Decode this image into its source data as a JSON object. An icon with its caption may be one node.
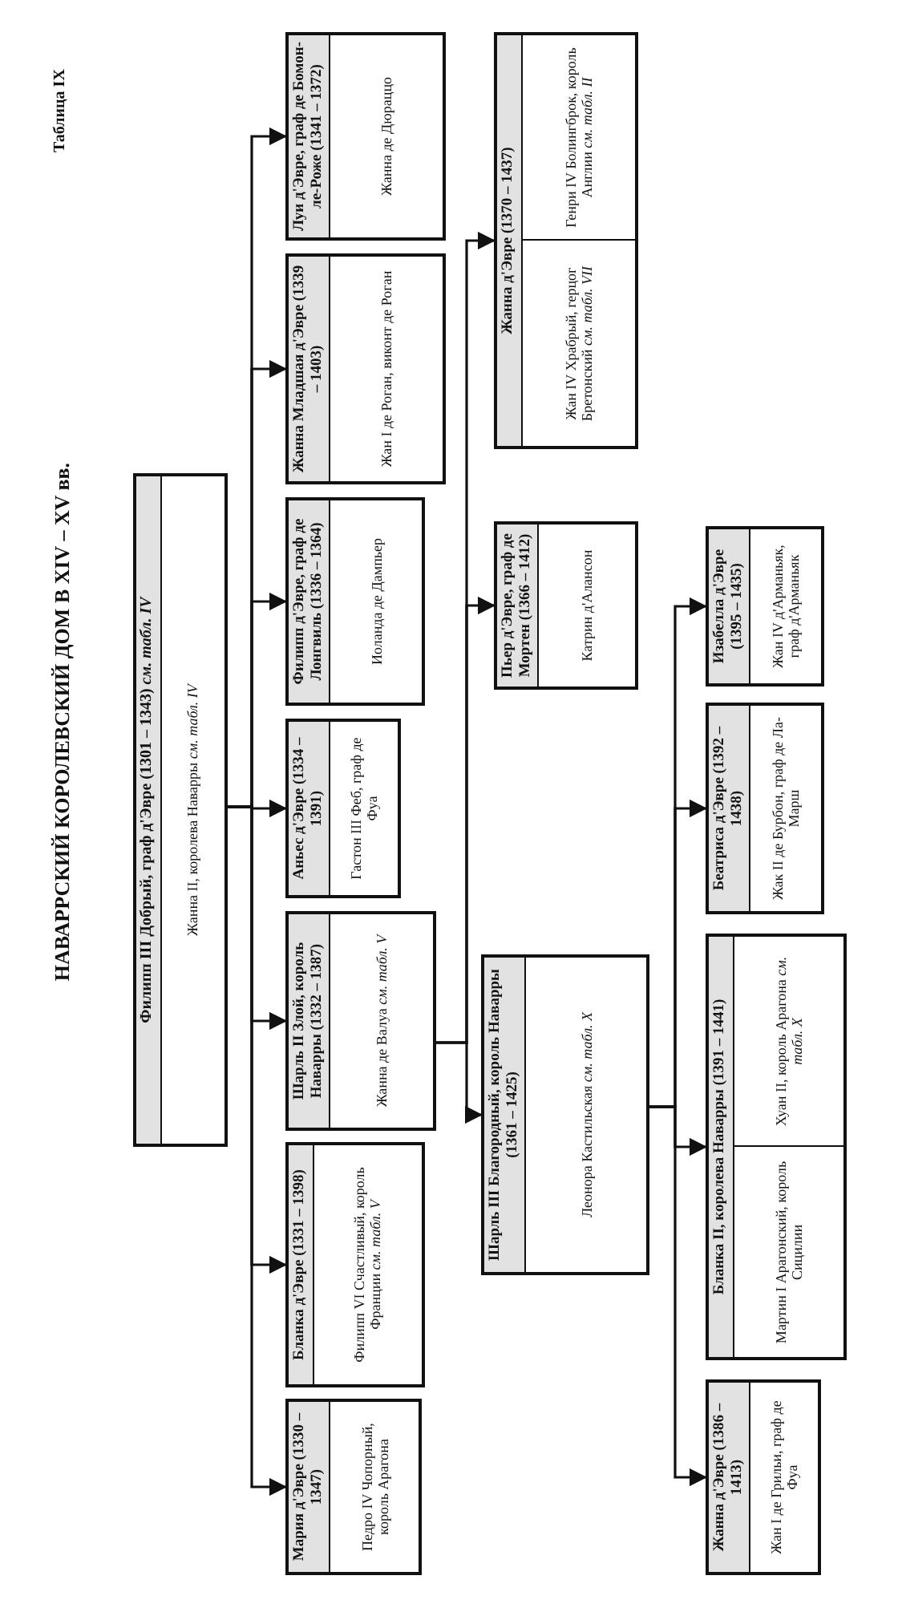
{
  "diagram": {
    "title": "НАВАРРСКИЙ КОРОЛЕВСКИЙ ДОМ В XIV – XV вв.",
    "nodes": [
      {
        "text": [
          "Филипп III Добрый, граф д'Эвре (1301 – 1343) *см. табл. IV*",
          "Жанна II, королева Наварры *см. табл. IV*"
        ]
      },
      {
        "text": [
          "Мария д'Эвре (1330 – 1347)",
          "Педро IV Чопорный, король Арагона"
        ]
      },
      {
        "text": [
          "Бланка д'Эвре (1331 – 1398)",
          "Филипп VI Счастливый, король Франции *см. табл. V*"
        ]
      },
      {
        "text": [
          "Шарль II Злой, король Наварры (1332 – 1387)",
          "Жанна де Валуа *см. табл. V*"
        ]
      },
      {
        "text": [
          "Аньес д'Эвре (1334 – 1391)",
          "Гастон III Феб, граф де Фуа"
        ]
      },
      {
        "text": [
          "Филипп д'Эвре, граф де Лонгвиль (1336 – 1364)",
          "Иоланда де Дампьер"
        ]
      },
      {
        "text": [
          "Жанна Младшая д'Эвре (1339 – 1403)",
          "Жан I де Роган, виконт де Роган"
        ]
      },
      {
        "text": [
          "Луи д'Эвре, граф де Бомон-ле-Роже (1341 – 1372)",
          "Жанна де Дюраццо"
        ]
      },
      {
        "text": [
          "Шарль III Благородный, король Наварры (1361 – 1425)",
          "Леонора Кастильская *см. табл. X*"
        ]
      },
      {
        "text": [
          "Пьер д'Эвре, граф де Мортен (1366 – 1412)",
          "Катрин д'Алансон"
        ]
      },
      {
        "text": [
          "Жанна д'Эвре (1370 – 1437)",
          "Жан IV Храбрый, герцог Бретонский *см. табл. VII*",
          "Генри IV Болингброк, король Англии *см. табл. II*"
        ]
      },
      {
        "text": [
          "Жанна д'Эвре (1386 – 1413)",
          "Жан I де Грильи, граф де Фуа"
        ]
      },
      {
        "text": [
          "Бланка II, королева Наварры (1391 – 1441)",
          "Мартин I Арагонский, король Сицилии",
          "Хуан II, король Арагона *см. табл. X*"
        ]
      },
      {
        "text": [
          "Беатриса д'Эвре (1392 – 1438)",
          "Жак II де Бурбон, граф де Ла-Марш"
        ]
      },
      {
        "text": [
          "Изабелла д'Эвре (1395 – 1435)",
          "Жан IV д'Арманьяк, граф д'Арманьяк"
        ]
      }
    ],
    "edges": [
      {
        "from": 0,
        "to": 1,
        "arrow": "to"
      },
      {
        "from": 0,
        "to": 2,
        "arrow": "to"
      },
      {
        "from": 0,
        "to": 3,
        "arrow": "to"
      },
      {
        "from": 0,
        "to": 4,
        "arrow": "to"
      },
      {
        "from": 0,
        "to": 5,
        "arrow": "to"
      },
      {
        "from": 0,
        "to": 6,
        "arrow": "to"
      },
      {
        "from": 0,
        "to": 7,
        "arrow": "to"
      },
      {
        "from": 3,
        "to": 8,
        "arrow": "to"
      },
      {
        "from": 3,
        "to": 9,
        "arrow": "to"
      },
      {
        "from": 3,
        "to": 10,
        "arrow": "to"
      },
      {
        "from": 8,
        "to": 11,
        "arrow": "to"
      },
      {
        "from": 8,
        "to": 12,
        "arrow": "to"
      },
      {
        "from": 8,
        "to": 13,
        "arrow": "to"
      },
      {
        "from": 8,
        "to": 14,
        "arrow": "to"
      }
    ],
    "labels": [
      "Таблица IX"
    ]
  }
}
